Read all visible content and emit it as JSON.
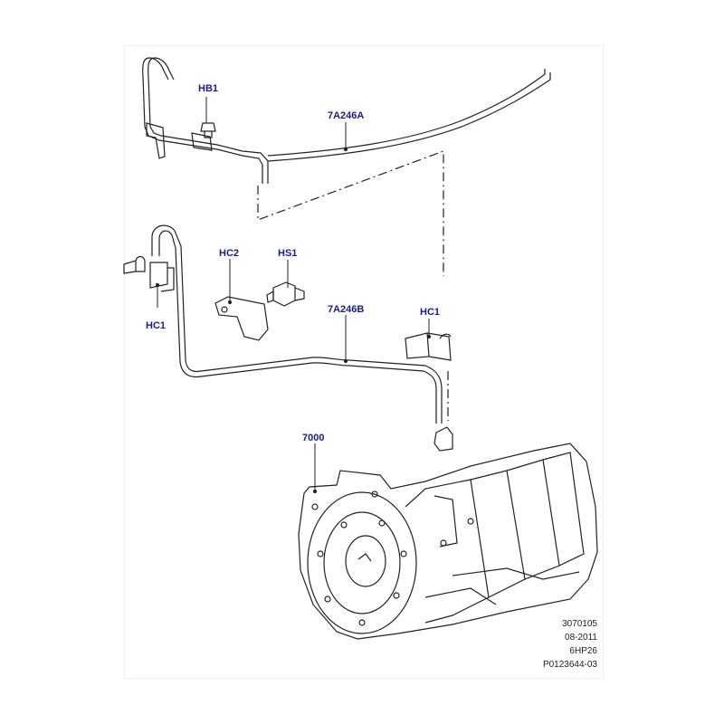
{
  "callouts": {
    "hb1": "HB1",
    "pipe_a": "7A246A",
    "hc2": "HC2",
    "hs1": "HS1",
    "hc1_left": "HC1",
    "pipe_b": "7A246B",
    "hc1_right": "HC1",
    "transmission": "7000"
  },
  "meta": {
    "line1": "3070105",
    "line2": "08-2011",
    "line3": "6HP26",
    "line4": "P0123644-03"
  },
  "colors": {
    "callout_text": "#1a1a8c",
    "line_art": "#222222"
  }
}
